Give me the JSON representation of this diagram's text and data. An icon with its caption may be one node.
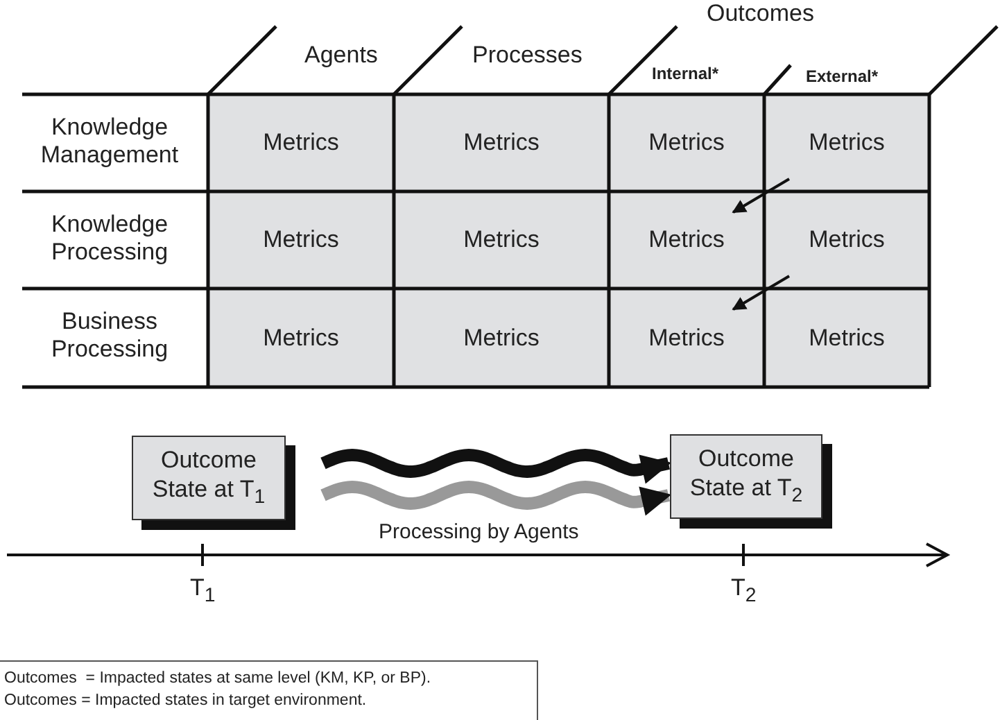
{
  "diagram": {
    "nodes": [
      {
        "text": [
          "Metrics"
        ]
      },
      {
        "text": [
          "Metrics"
        ]
      },
      {
        "text": [
          "Metrics"
        ]
      },
      {
        "text": [
          "Metrics"
        ]
      },
      {
        "text": [
          "Metrics"
        ]
      },
      {
        "text": [
          "Metrics"
        ]
      },
      {
        "text": [
          "Metrics"
        ]
      },
      {
        "text": [
          "Metrics"
        ]
      },
      {
        "text": [
          "Metrics"
        ]
      },
      {
        "text": [
          "Metrics"
        ]
      },
      {
        "text": [
          "Metrics"
        ]
      },
      {
        "text": [
          "Metrics"
        ]
      },
      {
        "text": [
          "Outcome State at T$_{1}$"
        ]
      },
      {
        "text": [
          "Outcome State at T$_{2}$"
        ]
      }
    ],
    "edges": [
      {
        "from": 3,
        "to": 6,
        "arrow": "to"
      },
      {
        "from": 7,
        "to": 10,
        "arrow": "to"
      },
      {
        "from": 12,
        "to": 13,
        "arrow": "to",
        "style": "thick"
      },
      {
        "from": 12,
        "to": 13,
        "arrow": "to",
        "style": "thick",
        "color": "#999999"
      }
    ],
    "labels": [
      "Outcomes",
      "Agents",
      "Processes",
      "Internal*",
      "External*",
      "Knowledge Management",
      "Knowledge Processing",
      "Business Processing",
      "Processing by Agents",
      "T$_{1}$",
      "T$_{2}$",
      "Outcomes  = Impacted states at same level (KM, KP, or BP).",
      "Outcomes = Impacted states in target environment."
    ]
  }
}
